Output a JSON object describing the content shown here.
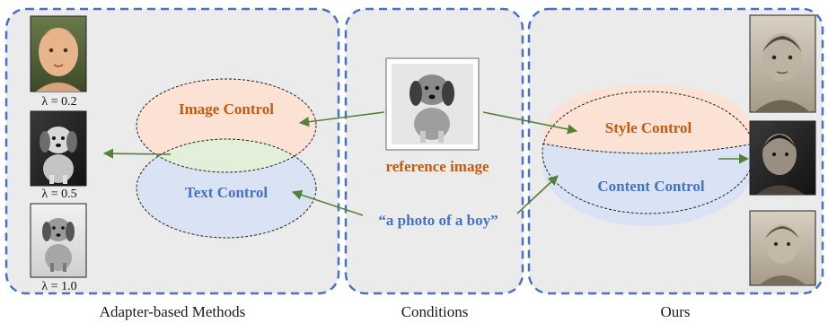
{
  "panels": {
    "left_caption": "Adapter-based Methods",
    "middle_caption": "Conditions",
    "right_caption": "Ours"
  },
  "left": {
    "image_control": "Image Control",
    "text_control": "Text Control",
    "lambdas": [
      "λ = 0.2",
      "λ = 0.5",
      "λ = 1.0"
    ]
  },
  "middle": {
    "reference_label": "reference image",
    "prompt": "“a photo of a boy”"
  },
  "right": {
    "style_control": "Style Control",
    "content_control": "Content Control"
  },
  "colors": {
    "panel_bg": "#ebebeb",
    "panel_border": "#4a72c4",
    "orange_text": "#c55a11",
    "blue_text": "#4472c4",
    "orange_fill": "#fbe2d4",
    "blue_fill": "#dae3f3",
    "green_fill": "#e2f0d9",
    "arrow": "#538135"
  }
}
